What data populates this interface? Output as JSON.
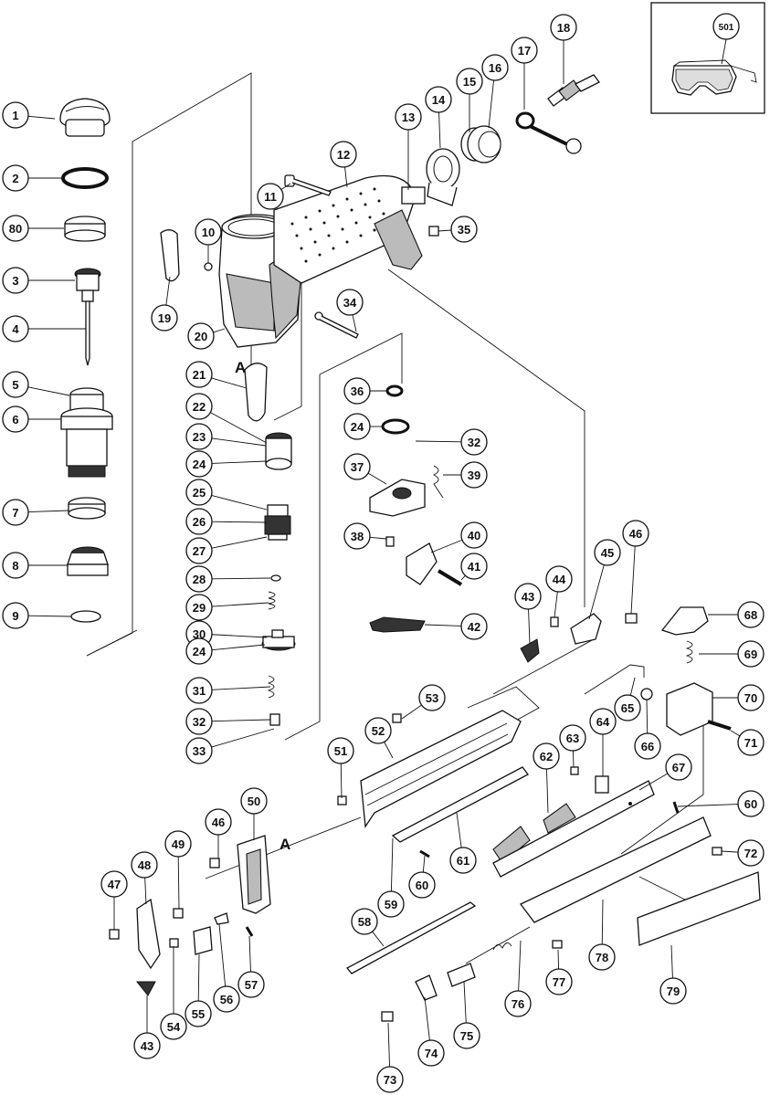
{
  "diagram": {
    "callouts": [
      "1",
      "2",
      "80",
      "3",
      "4",
      "5",
      "6",
      "7",
      "8",
      "9",
      "10",
      "11",
      "12",
      "13",
      "14",
      "15",
      "16",
      "17",
      "18",
      "19",
      "20",
      "21",
      "22",
      "23",
      "24",
      "25",
      "26",
      "27",
      "28",
      "29",
      "30",
      "24",
      "31",
      "32",
      "33",
      "34",
      "36",
      "24",
      "32",
      "37",
      "39",
      "38",
      "40",
      "41",
      "42",
      "35",
      "43",
      "44",
      "45",
      "46",
      "68",
      "69",
      "70",
      "71",
      "65",
      "66",
      "53",
      "52",
      "51",
      "63",
      "64",
      "62",
      "67",
      "60",
      "72",
      "61",
      "60",
      "59",
      "58",
      "78",
      "79",
      "77",
      "76",
      "75",
      "74",
      "73",
      "50",
      "46",
      "49",
      "48",
      "47",
      "54",
      "55",
      "56",
      "57",
      "43"
    ],
    "inset_callout": "501",
    "section_markers": [
      "A",
      "A"
    ]
  }
}
